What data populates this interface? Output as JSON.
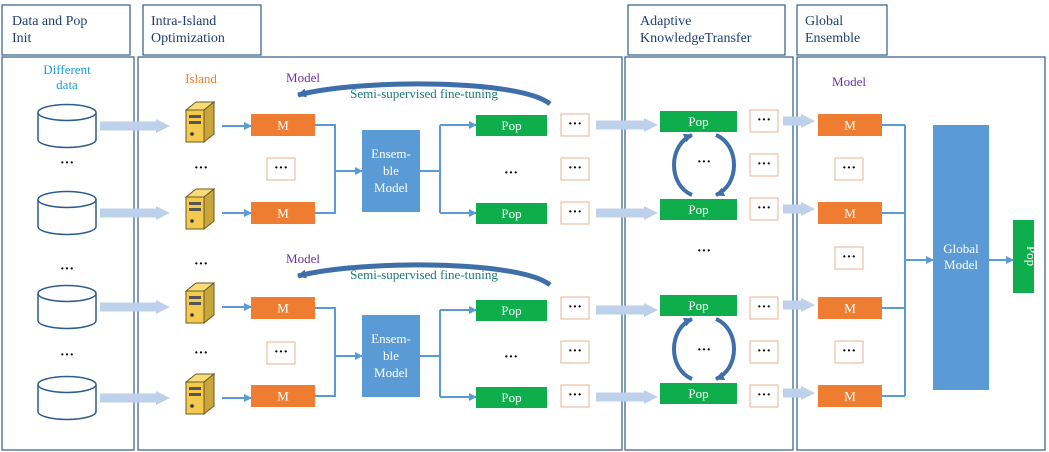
{
  "sections": [
    {
      "id": "data-pop-init",
      "title": "Data and Pop\nInit"
    },
    {
      "id": "intra-island",
      "title": "Intra-Island\nOptimization"
    },
    {
      "id": "adaptive-kt",
      "title": "Adaptive\nKnowledgeTransfer"
    },
    {
      "id": "global-ensemble",
      "title": "Global\nEnsemble"
    }
  ],
  "labels": {
    "different_data": [
      "Different",
      "data"
    ],
    "island": "Island",
    "model": "Model",
    "semi_supervised": "Semi-supervised fine-tuning",
    "model_box": "M",
    "pop_box": "Pop",
    "ellipsis": "···",
    "ensemble_model": [
      "Ensem-",
      "ble",
      "Model"
    ],
    "global_model": [
      "Global",
      "Model"
    ],
    "pop_vertical": "Pop"
  },
  "colors": {
    "frame": "#2e5c8a",
    "orange": "#ee7d31",
    "green": "#0fae4c",
    "blue": "#5b9bd5",
    "arrow_light": "#bdd2ea",
    "orange_text": "#ed7d31",
    "purple_text": "#7030a0",
    "teal_text": "#1a7a78",
    "cyan_text": "#1aa0d8"
  }
}
